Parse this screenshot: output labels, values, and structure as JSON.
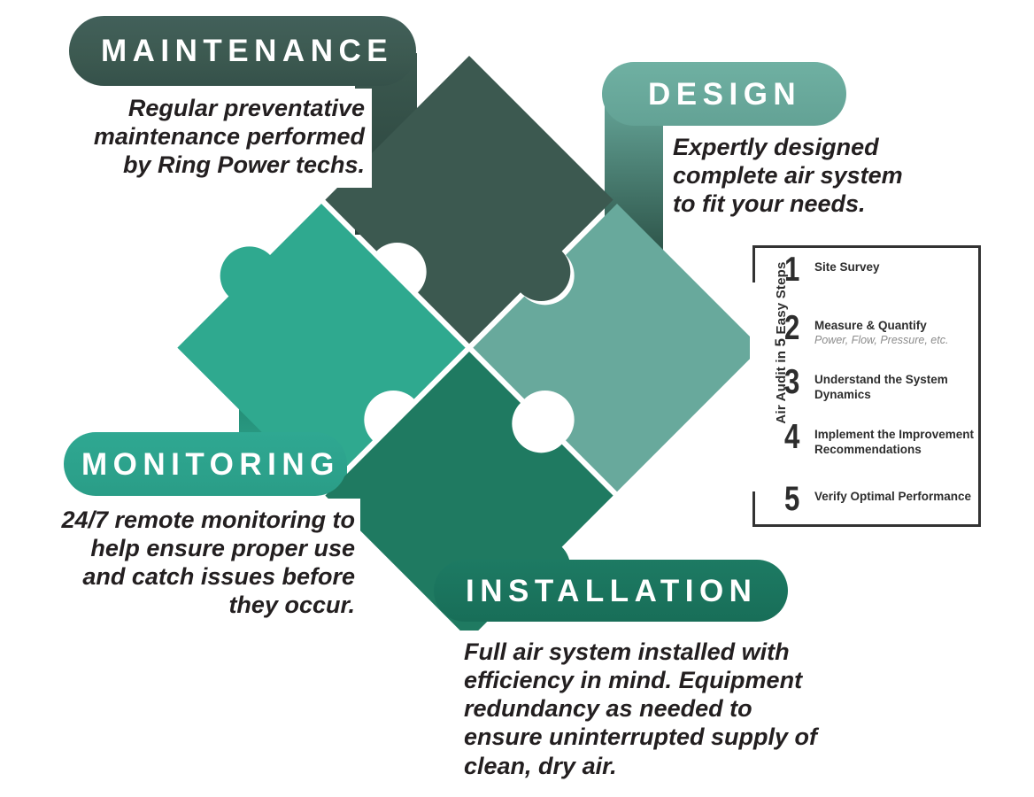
{
  "colors": {
    "maintenance": "#3c5950",
    "maintenance_dark": "#2c4640",
    "design": "#68a99c",
    "design_dark": "#2f5a4f",
    "monitoring": "#2fa98f",
    "monitoring_dark": "#1f7f6b",
    "installation": "#1f7a61",
    "installation_dark": "#14554a",
    "text": "#231f20",
    "step_text": "#2d2d2d",
    "step_sub": "#8c8c8c",
    "frame": "#333333",
    "background": "#ffffff"
  },
  "sections": {
    "maintenance": {
      "title": "MAINTENANCE",
      "body": "Regular preventative maintenance performed by Ring Power techs."
    },
    "design": {
      "title": "DESIGN",
      "body": "Expertly designed complete air system to fit your needs."
    },
    "monitoring": {
      "title": "MONITORING",
      "body": "24/7 remote monitoring to help ensure proper use and catch issues before they occur."
    },
    "installation": {
      "title": "INSTALLATION",
      "body": "Full air system installed with efficiency in mind. Equipment redundancy as needed to ensure uninterrupted supply of clean, dry air."
    }
  },
  "steps_panel": {
    "caption_prefix": "Air Audit in ",
    "caption_number": "5",
    "caption_suffix": " Easy Steps",
    "steps": [
      {
        "number": "1",
        "title": "Site Survey",
        "subtitle": ""
      },
      {
        "number": "2",
        "title": "Measure & Quantify",
        "subtitle": "Power, Flow, Pressure, etc."
      },
      {
        "number": "3",
        "title": "Understand the System Dynamics",
        "subtitle": ""
      },
      {
        "number": "4",
        "title": "Implement the Improvement Recommendations",
        "subtitle": ""
      },
      {
        "number": "5",
        "title": "Verify Optimal Performance",
        "subtitle": ""
      }
    ]
  },
  "puzzle": {
    "pieces": [
      {
        "name": "maintenance-piece",
        "color": "#3c5950"
      },
      {
        "name": "design-piece",
        "color": "#68a99c"
      },
      {
        "name": "monitoring-piece",
        "color": "#2fa98f"
      },
      {
        "name": "installation-piece",
        "color": "#1f7a61"
      }
    ]
  }
}
